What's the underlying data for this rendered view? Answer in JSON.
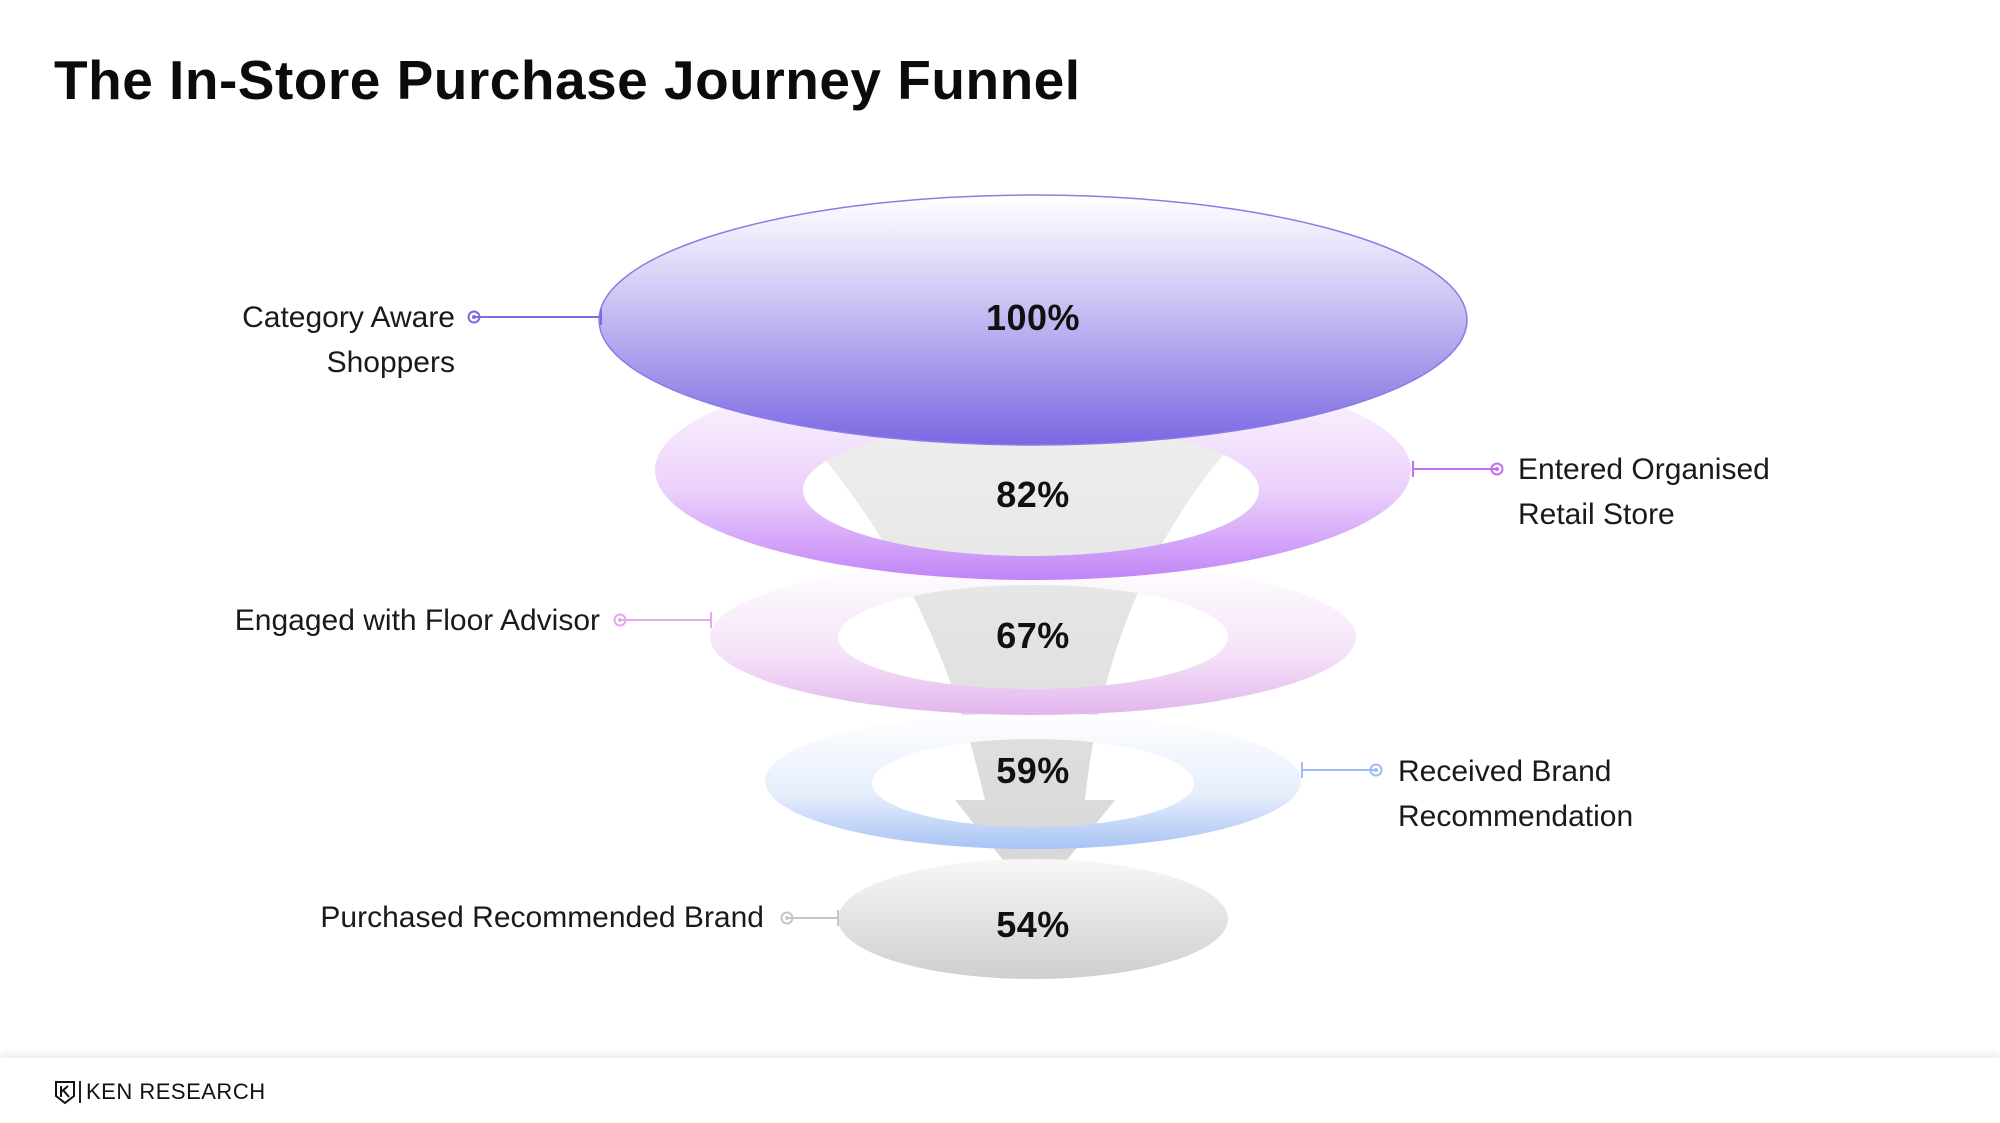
{
  "title": "The In-Store Purchase Journey Funnel",
  "chart_data": {
    "type": "funnel",
    "title": "The In-Store Purchase Journey Funnel",
    "stages": [
      {
        "label": "Category Aware Shoppers",
        "value": 100,
        "display": "100%",
        "color": "#7f6fe0",
        "side": "left"
      },
      {
        "label": "Entered Organised Retail Store",
        "value": 82,
        "display": "82%",
        "color": "#c98af5",
        "side": "right"
      },
      {
        "label": "Engaged with Floor Advisor",
        "value": 67,
        "display": "67%",
        "color": "#e4b4ee",
        "side": "left"
      },
      {
        "label": "Received Brand Recommendation",
        "value": 59,
        "display": "59%",
        "color": "#a9c4f5",
        "side": "right"
      },
      {
        "label": "Purchased Recommended Brand",
        "value": 54,
        "display": "54%",
        "color": "#c9c9c9",
        "side": "left"
      }
    ]
  },
  "labels": {
    "stage1_line1": "Category Aware",
    "stage1_line2": "Shoppers",
    "stage2_line1": "Entered Organised",
    "stage2_line2": "Retail Store",
    "stage3": "Engaged with Floor Advisor",
    "stage4_line1": "Received Brand",
    "stage4_line2": "Recommendation",
    "stage5": "Purchased Recommended Brand"
  },
  "footer": {
    "brand": "KEN RESEARCH"
  }
}
